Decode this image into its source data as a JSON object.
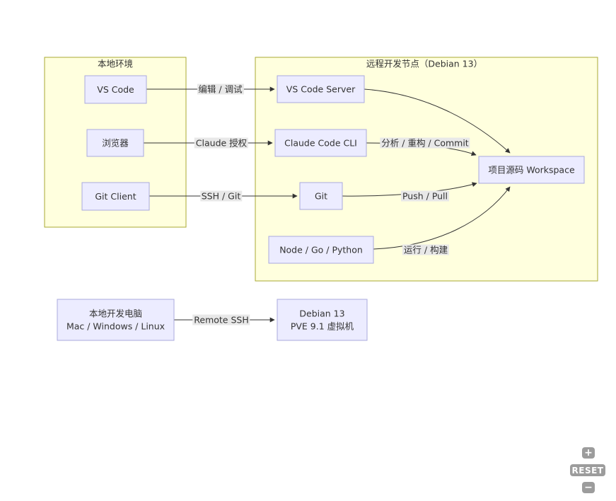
{
  "diagram": {
    "clusters": {
      "local": {
        "title": "本地环境"
      },
      "remote": {
        "title": "远程开发节点（Debian 13）"
      }
    },
    "nodes": {
      "vscode": {
        "label": "VS Code"
      },
      "browser": {
        "label": "浏览器"
      },
      "git_client": {
        "label": "Git Client"
      },
      "vscode_server": {
        "label": "VS Code Server"
      },
      "claude_cli": {
        "label": "Claude Code CLI"
      },
      "git": {
        "label": "Git"
      },
      "runtime": {
        "label": "Node / Go / Python"
      },
      "workspace": {
        "label": "项目源码 Workspace"
      },
      "local_pc": {
        "line1": "本地开发电脑",
        "line2": "Mac / Windows / Linux"
      },
      "debian_vm": {
        "line1": "Debian 13",
        "line2": "PVE 9.1 虚拟机"
      }
    },
    "edge_labels": {
      "edit_debug": "编辑 / 调试",
      "claude_auth": "Claude 授权",
      "ssh_git": "SSH / Git",
      "analyze_commit": "分析 / 重构 / Commit",
      "push_pull": "Push / Pull",
      "run_build": "运行 / 构建",
      "remote_ssh": "Remote SSH"
    },
    "colors": {
      "node_fill": "#ECECFF",
      "node_border": "#aaaadd",
      "cluster_fill": "#ffffde",
      "cluster_border": "#aaaa33",
      "edge": "#333333",
      "edge_label_bg": "#e8e8e8",
      "text": "#333333",
      "control_bg": "#9c9c9c",
      "control_fg": "#ffffff"
    }
  },
  "controls": {
    "zoom_in": "+",
    "reset": "RESET",
    "zoom_out": "−"
  }
}
